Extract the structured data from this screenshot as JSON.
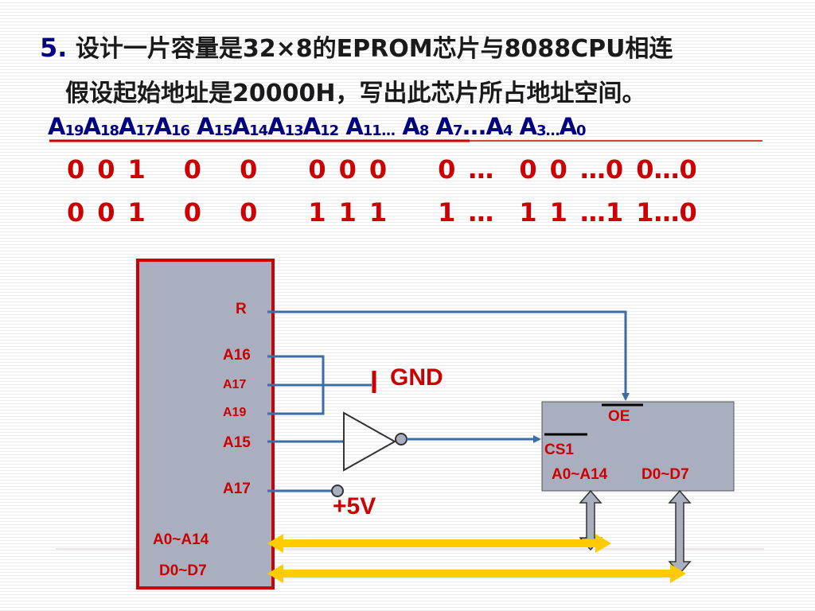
{
  "title": {
    "number": "5.",
    "line1": "设计一片容量是32×8的EPROM芯片与8088CPU相连",
    "line2": "假设起始地址是20000H，写出此芯片所占地址空间。"
  },
  "address_header": [
    {
      "base": "A",
      "sub": "19"
    },
    {
      "base": "A",
      "sub": "18"
    },
    {
      "base": "A",
      "sub": "17"
    },
    {
      "base": "A",
      "sub": "16"
    },
    {
      "base": " A",
      "sub": "15"
    },
    {
      "base": "A",
      "sub": "14"
    },
    {
      "base": "A",
      "sub": "13"
    },
    {
      "base": "A",
      "sub": "12"
    },
    {
      "base": " A",
      "sub": "11..."
    },
    {
      "base": " A",
      "sub": "8"
    },
    {
      "base": " A",
      "sub": "7"
    },
    {
      "base": "...A",
      "sub": "4"
    },
    {
      "base": " A",
      "sub": "3…"
    },
    {
      "base": "A",
      "sub": "0"
    }
  ],
  "rows": {
    "start": "0 0 1 0 0 0 0 0 0 … 0 0 …0 0…0",
    "end": "0 0 1 0 0 1 1 1 1 … 1 1 …1 1…0"
  },
  "cpu_labels": {
    "r": "R",
    "a16": "A16",
    "a17_top": "A17",
    "a19": "A19",
    "a15": "A15",
    "a17_bottom": "A17",
    "addr_bus": "A0~A14",
    "data_bus": "D0~D7"
  },
  "eprom_labels": {
    "oe": "OE",
    "cs1": "CS1",
    "addr": "A0~A14",
    "data": "D0~D7"
  },
  "gnd_label": "GND",
  "vcc_label": "+5V",
  "colors": {
    "accent_red": "#cc0000",
    "navy": "#000080",
    "wire_blue": "#3a6ea5",
    "chip_fill": "#a9afbf",
    "bus_yellow": "#ffcc00"
  }
}
